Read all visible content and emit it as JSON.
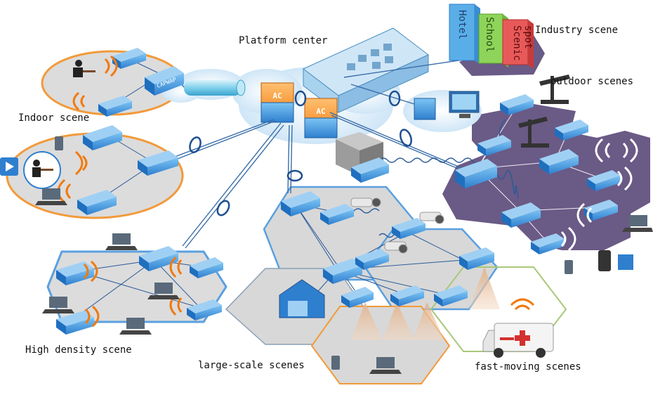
{
  "labels": {
    "platform_center": "Platform center",
    "industry_scene": "Industry scene",
    "outdoor_scenes": "outdoor scenes",
    "indoor_scene": "Indoor scene",
    "high_density_scene": "High density scene",
    "large_scale_scenes": "large-scale scenes",
    "fast_moving_scenes": "fast-moving scenes"
  },
  "buildings": {
    "hotel": "Hotel",
    "school": "School",
    "scenic_spot_line1": "Scenic",
    "scenic_spot_line2": "spot"
  },
  "device_text": {
    "capwap": "CAPWAP",
    "ac": "AC"
  },
  "colors": {
    "outdoor_zone": "#6a5a86",
    "indoor_zone": "#dcdcdc",
    "orange_ring": "#f29a3a",
    "blue_border": "#5aa0e0",
    "green_border": "#a8c878",
    "device_blue": "#3b8fd8",
    "device_orange": "#f08a1e",
    "hotel": "#5aaee8",
    "school": "#8fd45a",
    "scenic": "#e85a5a"
  }
}
